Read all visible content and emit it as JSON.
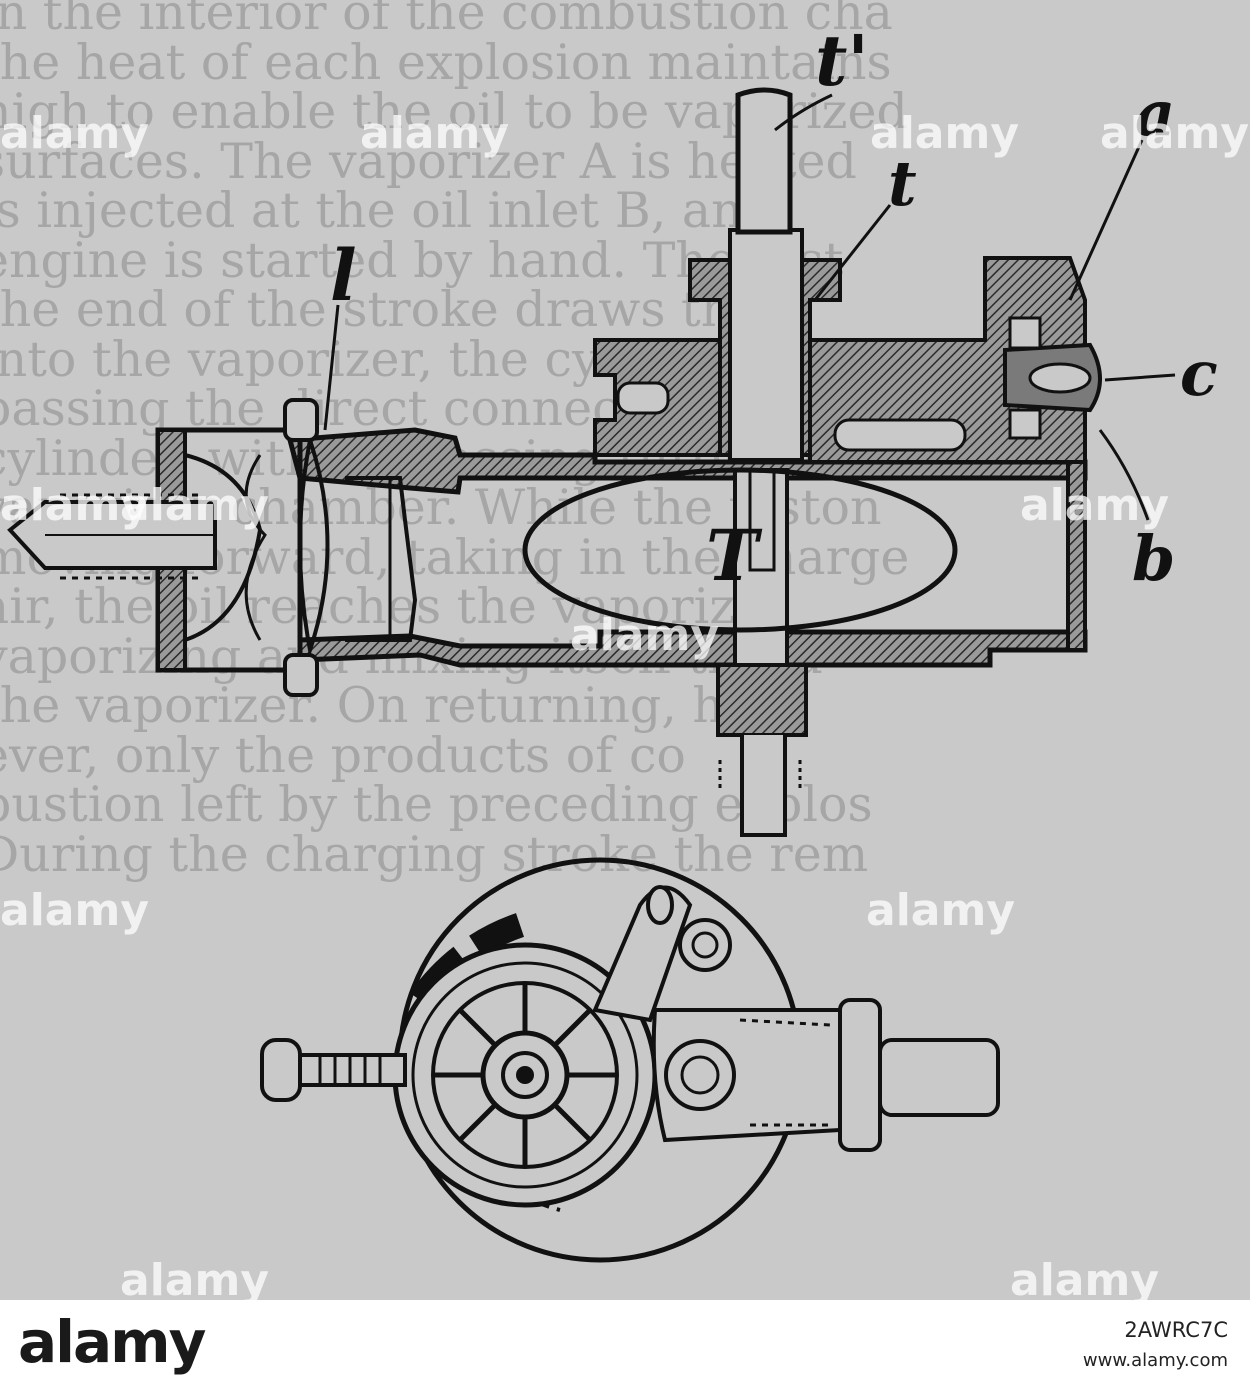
{
  "labels": {
    "t_prime": "t'",
    "t": "t",
    "a": "a",
    "c": "c",
    "b": "b",
    "l": "l",
    "T": "T"
  },
  "background_text": [
    "in the interior of the combustion cha",
    "the heat of each explosion maintains",
    "high to enable the oil to be vaporized",
    "surfaces. The vaporizer A is heated",
    "is injected at the oil inlet B, and",
    "engine is started by hand. The pist",
    "the end of the stroke draws the c",
    "into the vaporizer, the cylinder,",
    "passing the direct connection from",
    "cylinder, without passing through",
    "vaporizer chamber. While the piston",
    "moving forward, taking in the charge",
    "air, the oil reaches the vaporizer",
    "vaporizing and mixing itself throu",
    "the vaporizer. On returning, ho",
    "ever, only the products of co",
    "bustion left by the preceding explos",
    "During the charging stroke the rem"
  ],
  "watermark": {
    "text": "alamy"
  },
  "footer": {
    "logo": "alamy",
    "image_id": "2AWRC7C",
    "url": "www.alamy.com"
  },
  "colors": {
    "paper": "#c9c9c9",
    "ink": "#111111",
    "hatch": "#3a3a3a",
    "footer_bg": "#ffffff"
  }
}
